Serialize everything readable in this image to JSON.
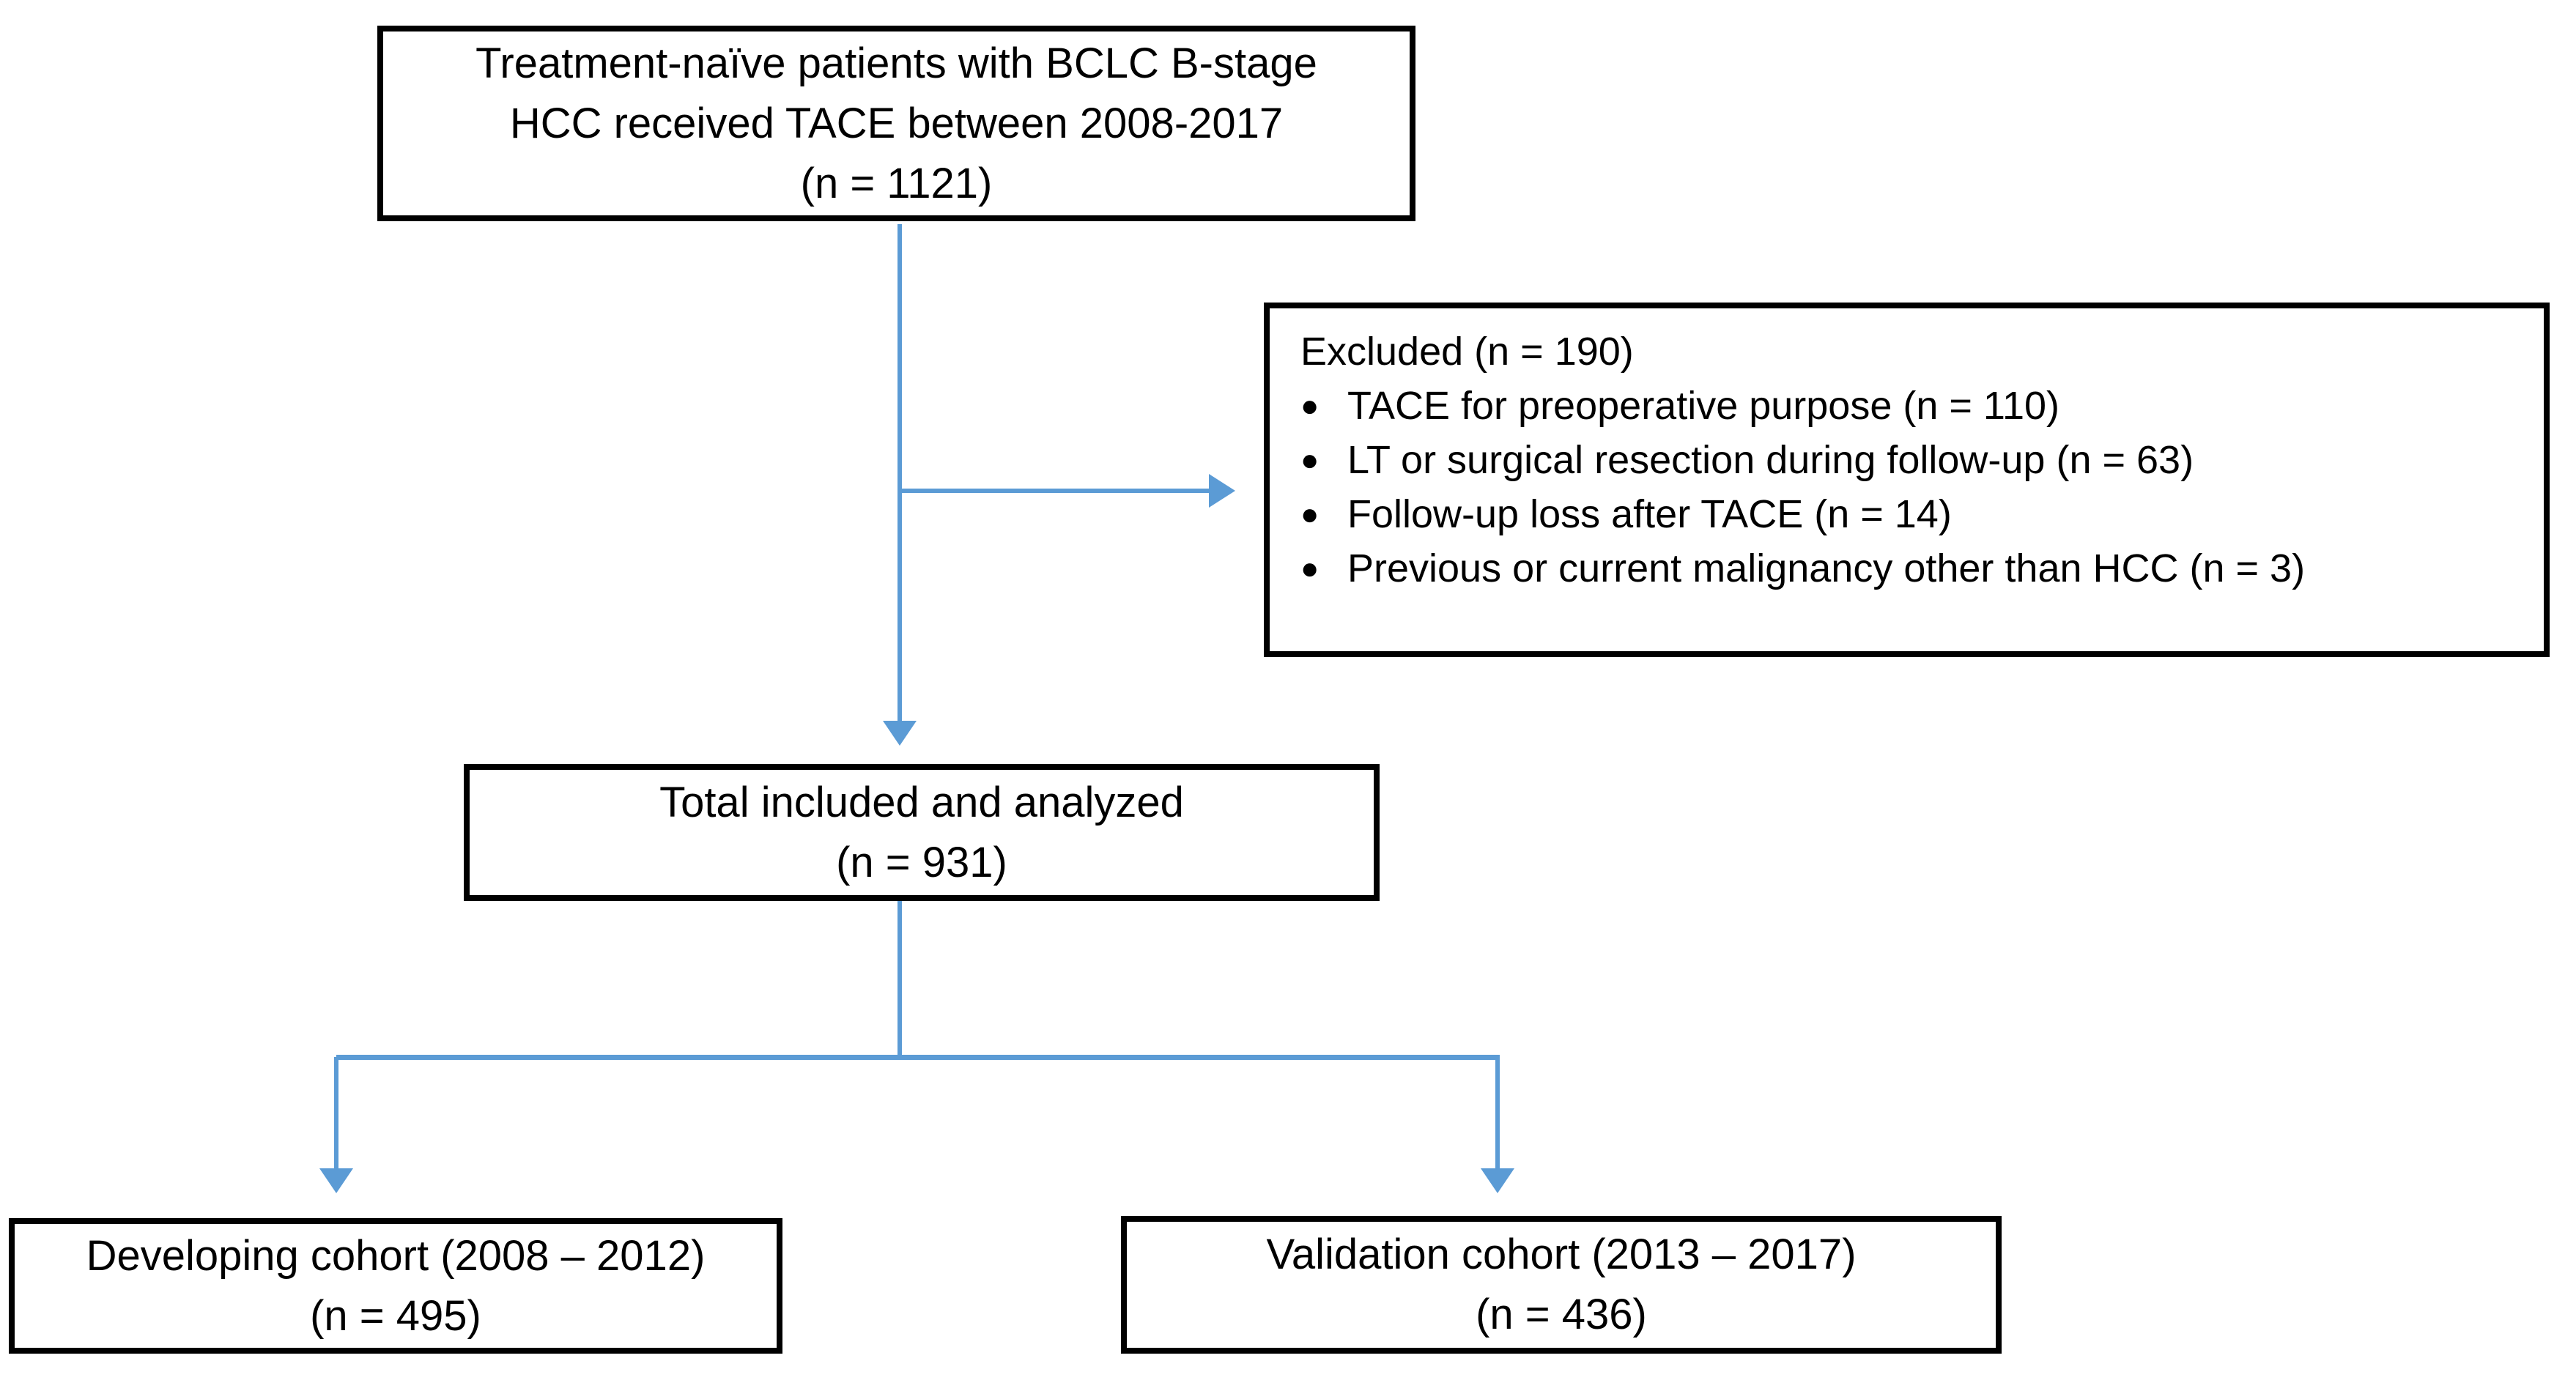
{
  "diagram": {
    "type": "patient-flowchart",
    "background_color": "#ffffff",
    "box_border_color": "#000000",
    "connector_color": "#5b9bd5",
    "nodes": {
      "top": {
        "lines": [
          "Treatment-naïve patients with BCLC B-stage",
          "HCC received TACE between 2008-2017",
          "(n = 1121)"
        ]
      },
      "excluded": {
        "title": "Excluded (n = 190)",
        "bullet": "●",
        "items": [
          "TACE for preoperative purpose (n = 110)",
          "LT or surgical resection during follow-up (n = 63)",
          "Follow-up loss after TACE (n = 14)",
          "Previous or current malignancy other than HCC (n = 3)"
        ]
      },
      "total": {
        "lines": [
          "Total included and analyzed",
          "(n = 931)"
        ]
      },
      "developing": {
        "lines": [
          "Developing cohort (2008 – 2012)",
          "(n = 495)"
        ]
      },
      "validation": {
        "lines": [
          "Validation cohort (2013 – 2017)",
          "(n = 436)"
        ]
      }
    }
  }
}
